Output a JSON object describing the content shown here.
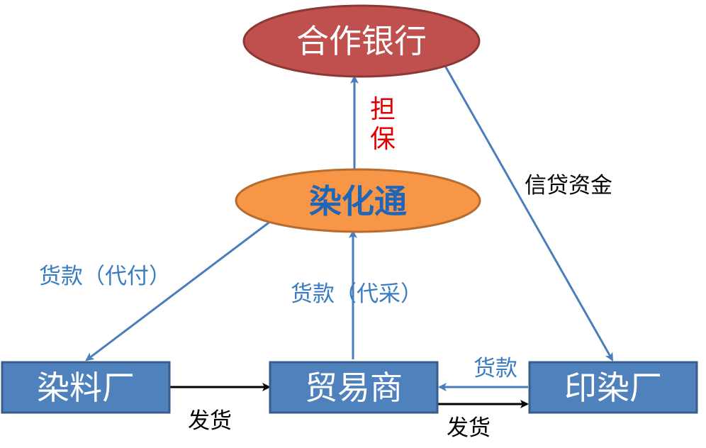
{
  "nodes": {
    "bank": {
      "label": "合作银行"
    },
    "platform": {
      "label": "染化通"
    },
    "dye_factory": {
      "label": "染料厂"
    },
    "trader": {
      "label": "贸易商"
    },
    "printing_factory": {
      "label": "印染厂"
    }
  },
  "edges": {
    "guarantee": {
      "label_1": "担",
      "label_2": "保"
    },
    "credit_funds": {
      "label": "信贷资金"
    },
    "payment_on_behalf": {
      "label": "货款（代付）"
    },
    "payment_procurement": {
      "label": "货款（代采）"
    },
    "payment_to_trader": {
      "label": "货款"
    },
    "ship_to_trader": {
      "label": "发货"
    },
    "ship_to_printing": {
      "label": "发货"
    }
  },
  "colors": {
    "bank_fill": "#c0504d",
    "bank_stroke": "#8c3836",
    "platform_fill": "#f79646",
    "platform_stroke": "#b66d31",
    "box_fill": "#4f81bd",
    "box_stroke": "#385d8a",
    "blue_arrow": "#4a7ebb",
    "black_arrow": "#000000",
    "blue_text": "#3a7cc0",
    "red_text": "#e00000",
    "platform_text": "#1f66b8"
  }
}
